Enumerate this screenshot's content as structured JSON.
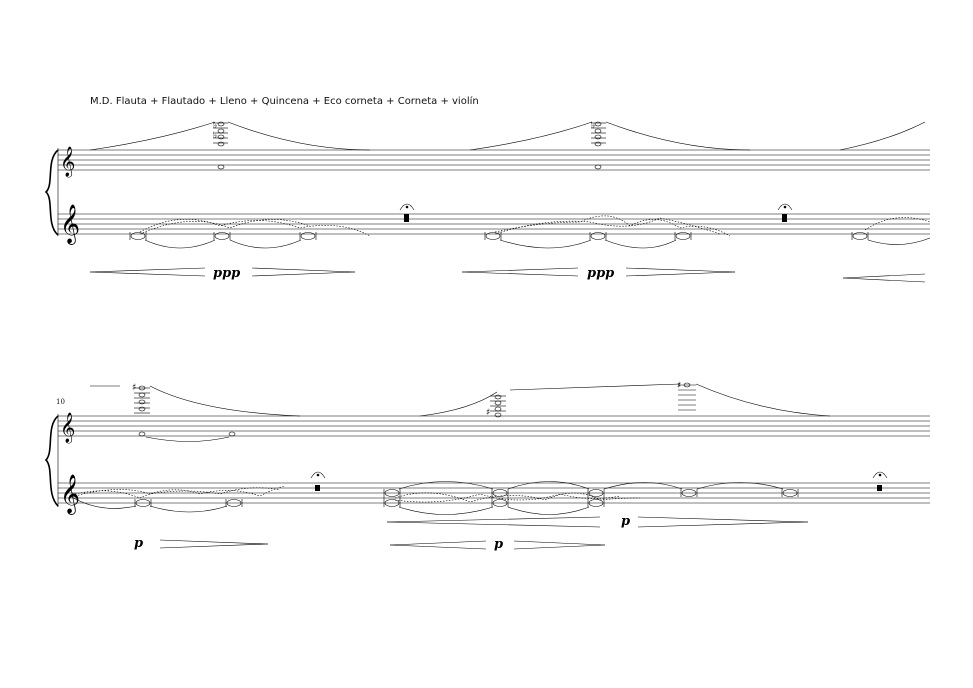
{
  "registration": "M.D. Flauta + Flautado + Lleno + Quincena + Eco corneta + Corneta + violín",
  "measure_number": "10",
  "dynamics": {
    "system1_a": "ppp",
    "system1_b": "ppp",
    "system2_a": "p",
    "system2_b": "p",
    "system2_c": "p"
  }
}
